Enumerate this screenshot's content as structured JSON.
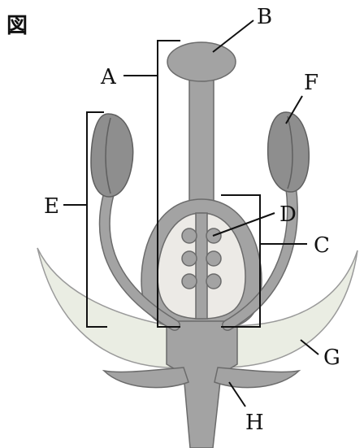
{
  "figure": {
    "title": "図"
  },
  "labels": {
    "A": "A",
    "B": "B",
    "C": "C",
    "D": "D",
    "E": "E",
    "F": "F",
    "G": "G",
    "H": "H"
  },
  "colors": {
    "petal": "#eaede3",
    "tissue": "#a3a3a3",
    "anther": "#8e8e8e",
    "outline": "#6b6b6b",
    "label": "#111111"
  }
}
